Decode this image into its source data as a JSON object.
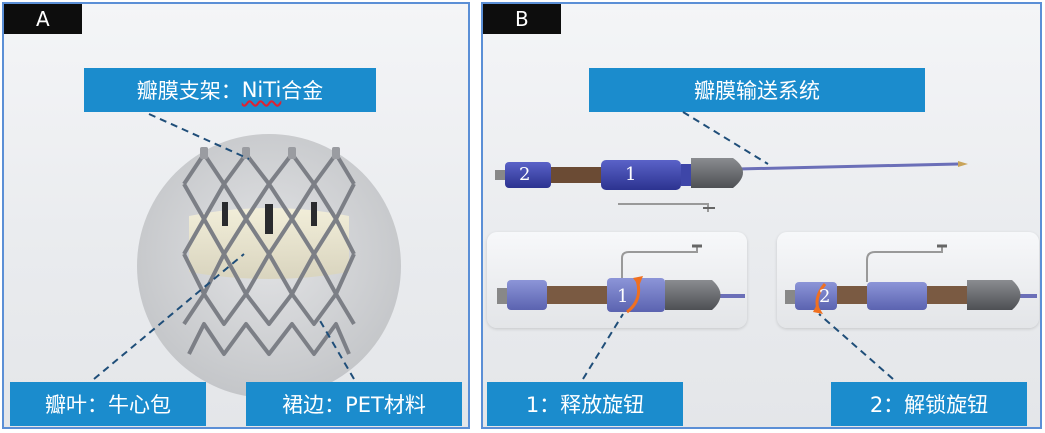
{
  "panel_a": {
    "tag": "A",
    "label_stent": "瓣膜支架：",
    "label_stent_material": "NiTi",
    "label_stent_suffix": "合金",
    "label_leaflet": "瓣叶：牛心包",
    "label_skirt": "裙边：PET材料"
  },
  "panel_b": {
    "tag": "B",
    "label_system": "瓣膜输送系统",
    "knob_1_marker": "1",
    "knob_2_marker": "2",
    "label_knob_1": "1：释放旋钮",
    "label_knob_2": "2：解锁旋钮"
  },
  "colors": {
    "label_bg": "#1b8ccd",
    "panel_border": "#5b8fd6",
    "dashed_line": "#1f4e79",
    "handle_blue": "#3e46a8",
    "rotate_arrow": "#f07020"
  }
}
